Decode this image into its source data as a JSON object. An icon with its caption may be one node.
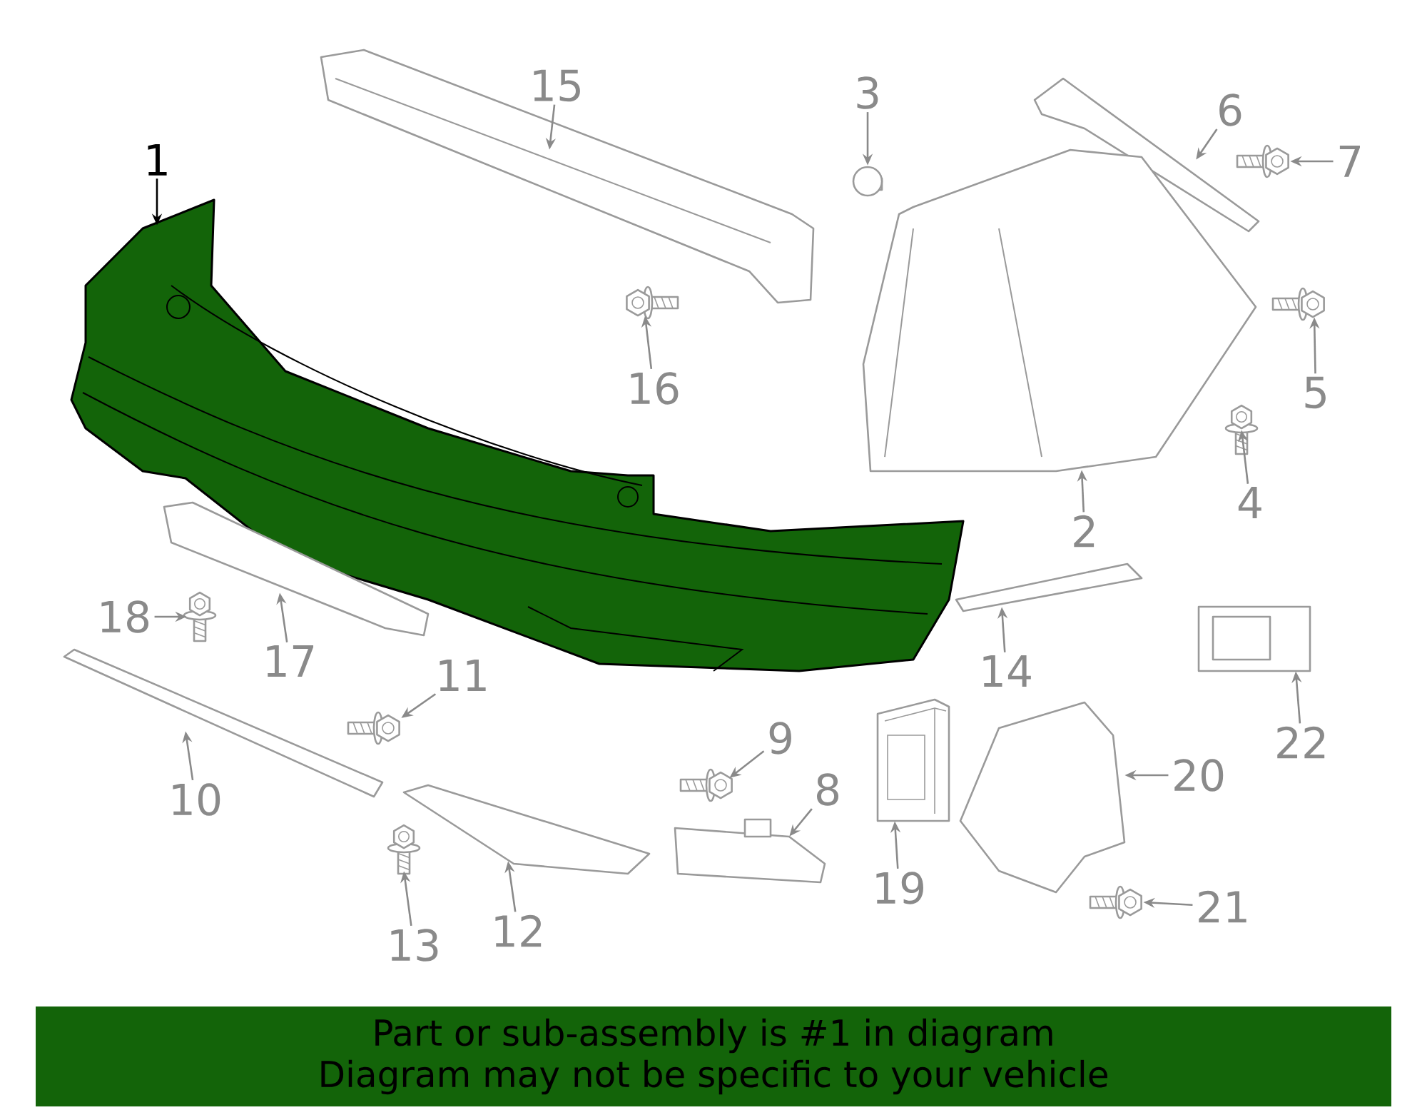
{
  "diagram": {
    "nodes": [
      {
        "text": [
          "15"
        ]
      },
      {
        "text": [
          "3"
        ]
      },
      {
        "text": [
          "6"
        ]
      },
      {
        "text": [
          "1"
        ]
      },
      {
        "text": [
          "7"
        ]
      },
      {
        "text": [
          "16"
        ]
      },
      {
        "text": [
          "5"
        ]
      },
      {
        "text": [
          "4"
        ]
      },
      {
        "text": [
          "2"
        ]
      },
      {
        "text": [
          "18"
        ]
      },
      {
        "text": [
          "17"
        ]
      },
      {
        "text": [
          "14"
        ]
      },
      {
        "text": [
          "11"
        ]
      },
      {
        "text": [
          "22"
        ]
      },
      {
        "text": [
          "10"
        ]
      },
      {
        "text": [
          "9"
        ]
      },
      {
        "text": [
          "20"
        ]
      },
      {
        "text": [
          "8"
        ]
      },
      {
        "text": [
          "19"
        ]
      },
      {
        "text": [
          "12"
        ]
      },
      {
        "text": [
          "13"
        ]
      },
      {
        "text": [
          "21"
        ]
      },
      {
        "text": [
          "Part or sub-assembly is #1 in diagram",
          "Diagram may not be specific to your vehicle"
        ]
      },
      {
        "text": [],
        "shape": "picture"
      },
      {
        "text": [],
        "shape": "picture"
      },
      {
        "text": [],
        "shape": "picture"
      },
      {
        "text": [],
        "shape": "picture"
      },
      {
        "text": [],
        "shape": "picture"
      },
      {
        "text": [],
        "shape": "picture"
      },
      {
        "text": [],
        "shape": "picture"
      },
      {
        "text": [],
        "shape": "picture"
      },
      {
        "text": [],
        "shape": "picture"
      },
      {
        "text": [],
        "shape": "picture"
      },
      {
        "text": [],
        "shape": "picture"
      },
      {
        "text": [],
        "shape": "picture"
      },
      {
        "text": [],
        "shape": "picture"
      },
      {
        "text": [],
        "shape": "picture"
      },
      {
        "text": [],
        "shape": "picture"
      },
      {
        "text": [],
        "shape": "picture"
      },
      {
        "text": [],
        "shape": "picture"
      },
      {
        "text": [],
        "shape": "picture"
      },
      {
        "text": [],
        "shape": "picture"
      },
      {
        "text": [],
        "shape": "picture"
      },
      {
        "text": [],
        "shape": "picture"
      },
      {
        "text": [],
        "shape": "picture"
      }
    ],
    "edges": [
      {
        "from": 0,
        "to": 23,
        "arrow": "to"
      },
      {
        "from": 1,
        "to": 24,
        "arrow": "to"
      },
      {
        "from": 2,
        "to": 25,
        "arrow": "to"
      },
      {
        "from": 3,
        "to": 26,
        "arrow": "to",
        "color": "#000000"
      },
      {
        "from": 4,
        "to": 27,
        "arrow": "to"
      },
      {
        "from": 5,
        "to": 28,
        "arrow": "to"
      },
      {
        "from": 6,
        "to": 29,
        "arrow": "to"
      },
      {
        "from": 7,
        "to": 30,
        "arrow": "to"
      },
      {
        "from": 8,
        "to": 31,
        "arrow": "to"
      },
      {
        "from": 9,
        "to": 32,
        "arrow": "to"
      },
      {
        "from": 10,
        "to": 33,
        "arrow": "to"
      },
      {
        "from": 11,
        "to": 34,
        "arrow": "to"
      },
      {
        "from": 12,
        "to": 35,
        "arrow": "to"
      },
      {
        "from": 13,
        "to": 36,
        "arrow": "to"
      },
      {
        "from": 14,
        "to": 37,
        "arrow": "to"
      },
      {
        "from": 15,
        "to": 38,
        "arrow": "to"
      },
      {
        "from": 16,
        "to": 39,
        "arrow": "to"
      },
      {
        "from": 17,
        "to": 40,
        "arrow": "to"
      },
      {
        "from": 18,
        "to": 41,
        "arrow": "to"
      },
      {
        "from": 19,
        "to": 42,
        "arrow": "to"
      },
      {
        "from": 20,
        "to": 43,
        "arrow": "to"
      },
      {
        "from": 21,
        "to": 44,
        "arrow": "to"
      }
    ]
  }
}
